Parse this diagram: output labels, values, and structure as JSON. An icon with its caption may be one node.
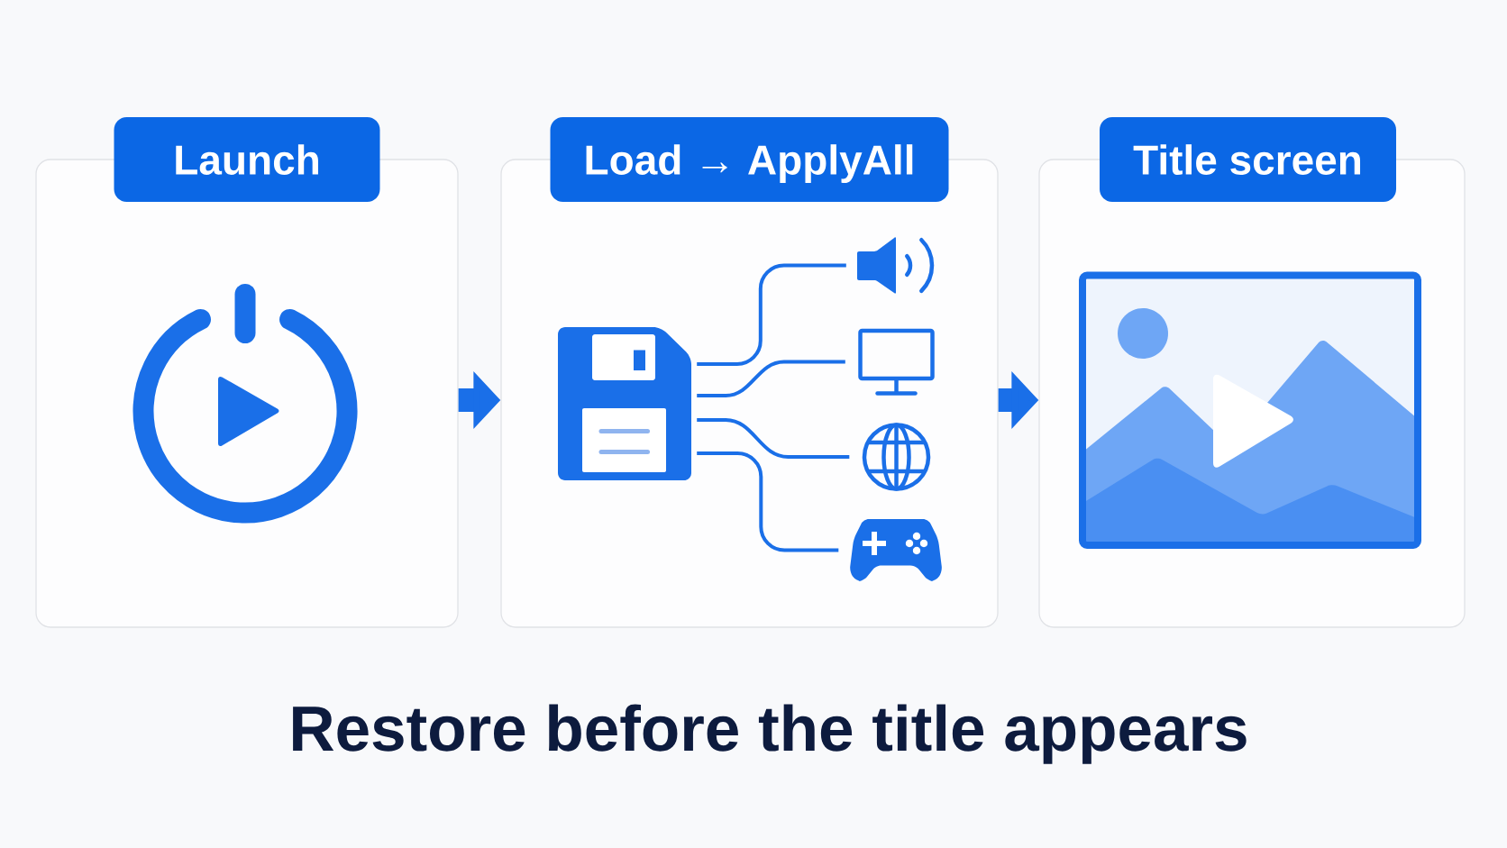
{
  "diagram": {
    "caption": "Restore before the title appears",
    "nodes": [
      {
        "text": [
          "Launch"
        ]
      },
      {
        "text": [
          "Load → ApplyAll"
        ]
      },
      {
        "text": [
          "Title screen"
        ]
      },
      {
        "text": [],
        "shape": "picture",
        "in": 1
      },
      {
        "text": [],
        "shape": "picture",
        "in": 1
      },
      {
        "text": [],
        "shape": "picture",
        "in": 1
      },
      {
        "text": [],
        "shape": "picture",
        "in": 1
      },
      {
        "text": [],
        "shape": "picture",
        "in": 1
      }
    ],
    "edges": [
      {
        "from": 0,
        "to": 1,
        "arrow": "to",
        "style": "thick"
      },
      {
        "from": 1,
        "to": 2,
        "arrow": "to",
        "style": "thick"
      },
      {
        "from": 3,
        "to": 4,
        "arrow": "none"
      },
      {
        "from": 3,
        "to": 5,
        "arrow": "none"
      },
      {
        "from": 3,
        "to": 6,
        "arrow": "none"
      },
      {
        "from": 3,
        "to": 7,
        "arrow": "none"
      }
    ]
  }
}
